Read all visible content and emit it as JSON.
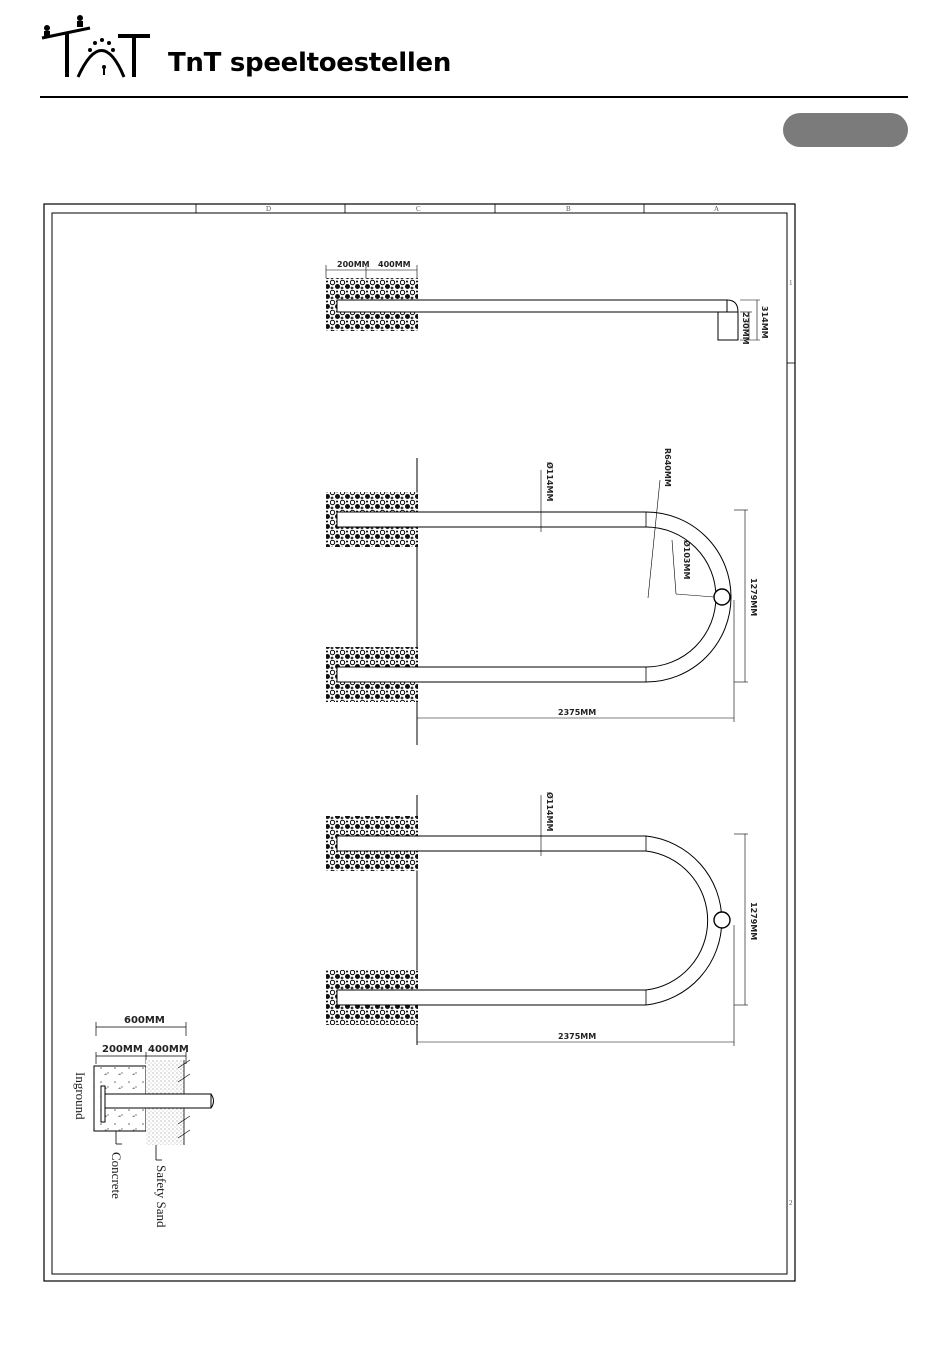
{
  "header": {
    "brand": "TnT speeltoestellen"
  },
  "title_block": {
    "column_letters": [
      "D",
      "C",
      "B",
      "A"
    ],
    "row_numbers": [
      "1",
      "2"
    ]
  },
  "side_view": {
    "dim_200": "200MM",
    "dim_400": "400MM",
    "dim_314": "314MM",
    "dim_230": "230MM"
  },
  "top_view_1": {
    "dim_pipe": "Ø114MM",
    "dim_radius": "R640MM",
    "dim_ring": "Ø103MM",
    "dim_width": "1279MM",
    "dim_length": "2375MM"
  },
  "top_view_2": {
    "dim_pipe": "Ø114MM",
    "dim_width": "1279MM",
    "dim_length": "2375MM"
  },
  "footing_detail": {
    "dim_total": "600MM",
    "dim_concrete": "200MM",
    "dim_sand": "400MM",
    "label_inground": "Inground",
    "label_concrete": "Concrete",
    "label_sand": "Safety Sand"
  }
}
